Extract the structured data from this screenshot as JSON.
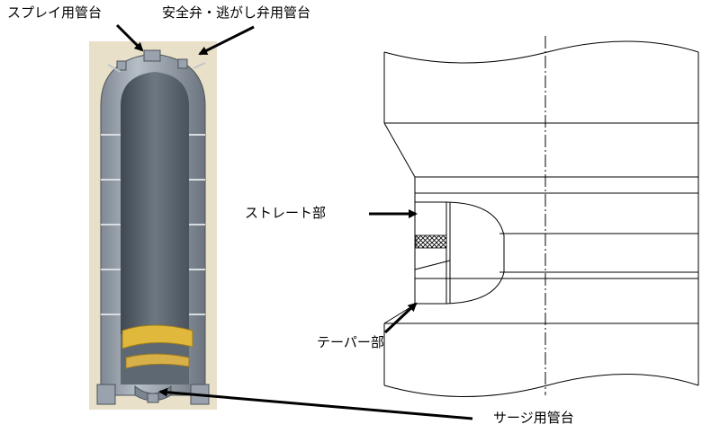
{
  "labels": {
    "spray_nozzle": "スプレイ用管台",
    "safety_valve_nozzle": "安全弁・逃がし弁用管台",
    "straight_part": "ストレート部",
    "taper_part": "テーパー部",
    "surge_nozzle": "サージ用管台"
  },
  "colors": {
    "background": "#ffffff",
    "line": "#000000",
    "panel_background": "#e9e0c9",
    "vessel_shell": "#9aa3ad",
    "vessel_interior": "#58636d",
    "heater_support": "#e0b83c"
  },
  "icons": {
    "arrow": "arrow-icon",
    "hatch": "crosshatch-pattern"
  }
}
